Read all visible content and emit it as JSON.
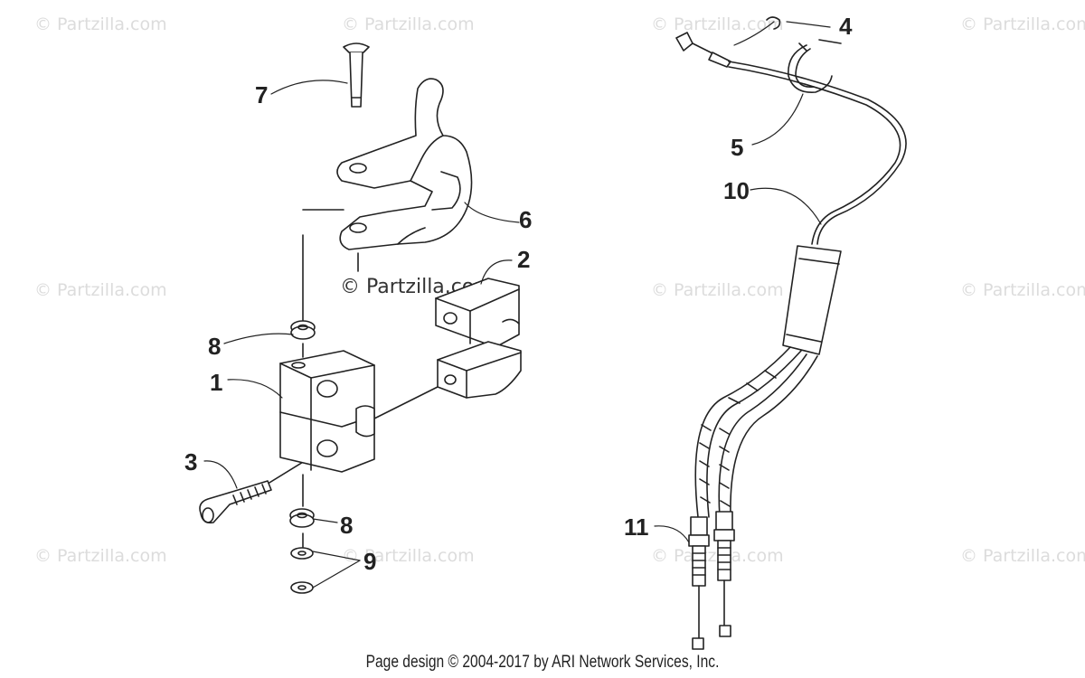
{
  "watermark": "© Partzilla.com",
  "center_watermark": "© Partzilla.com",
  "footer": "Page design © 2004-2017 by ARI Network Services, Inc.",
  "callouts": [
    "1",
    "2",
    "3",
    "4",
    "5",
    "6",
    "7",
    "8",
    "8",
    "9",
    "10",
    "11"
  ]
}
